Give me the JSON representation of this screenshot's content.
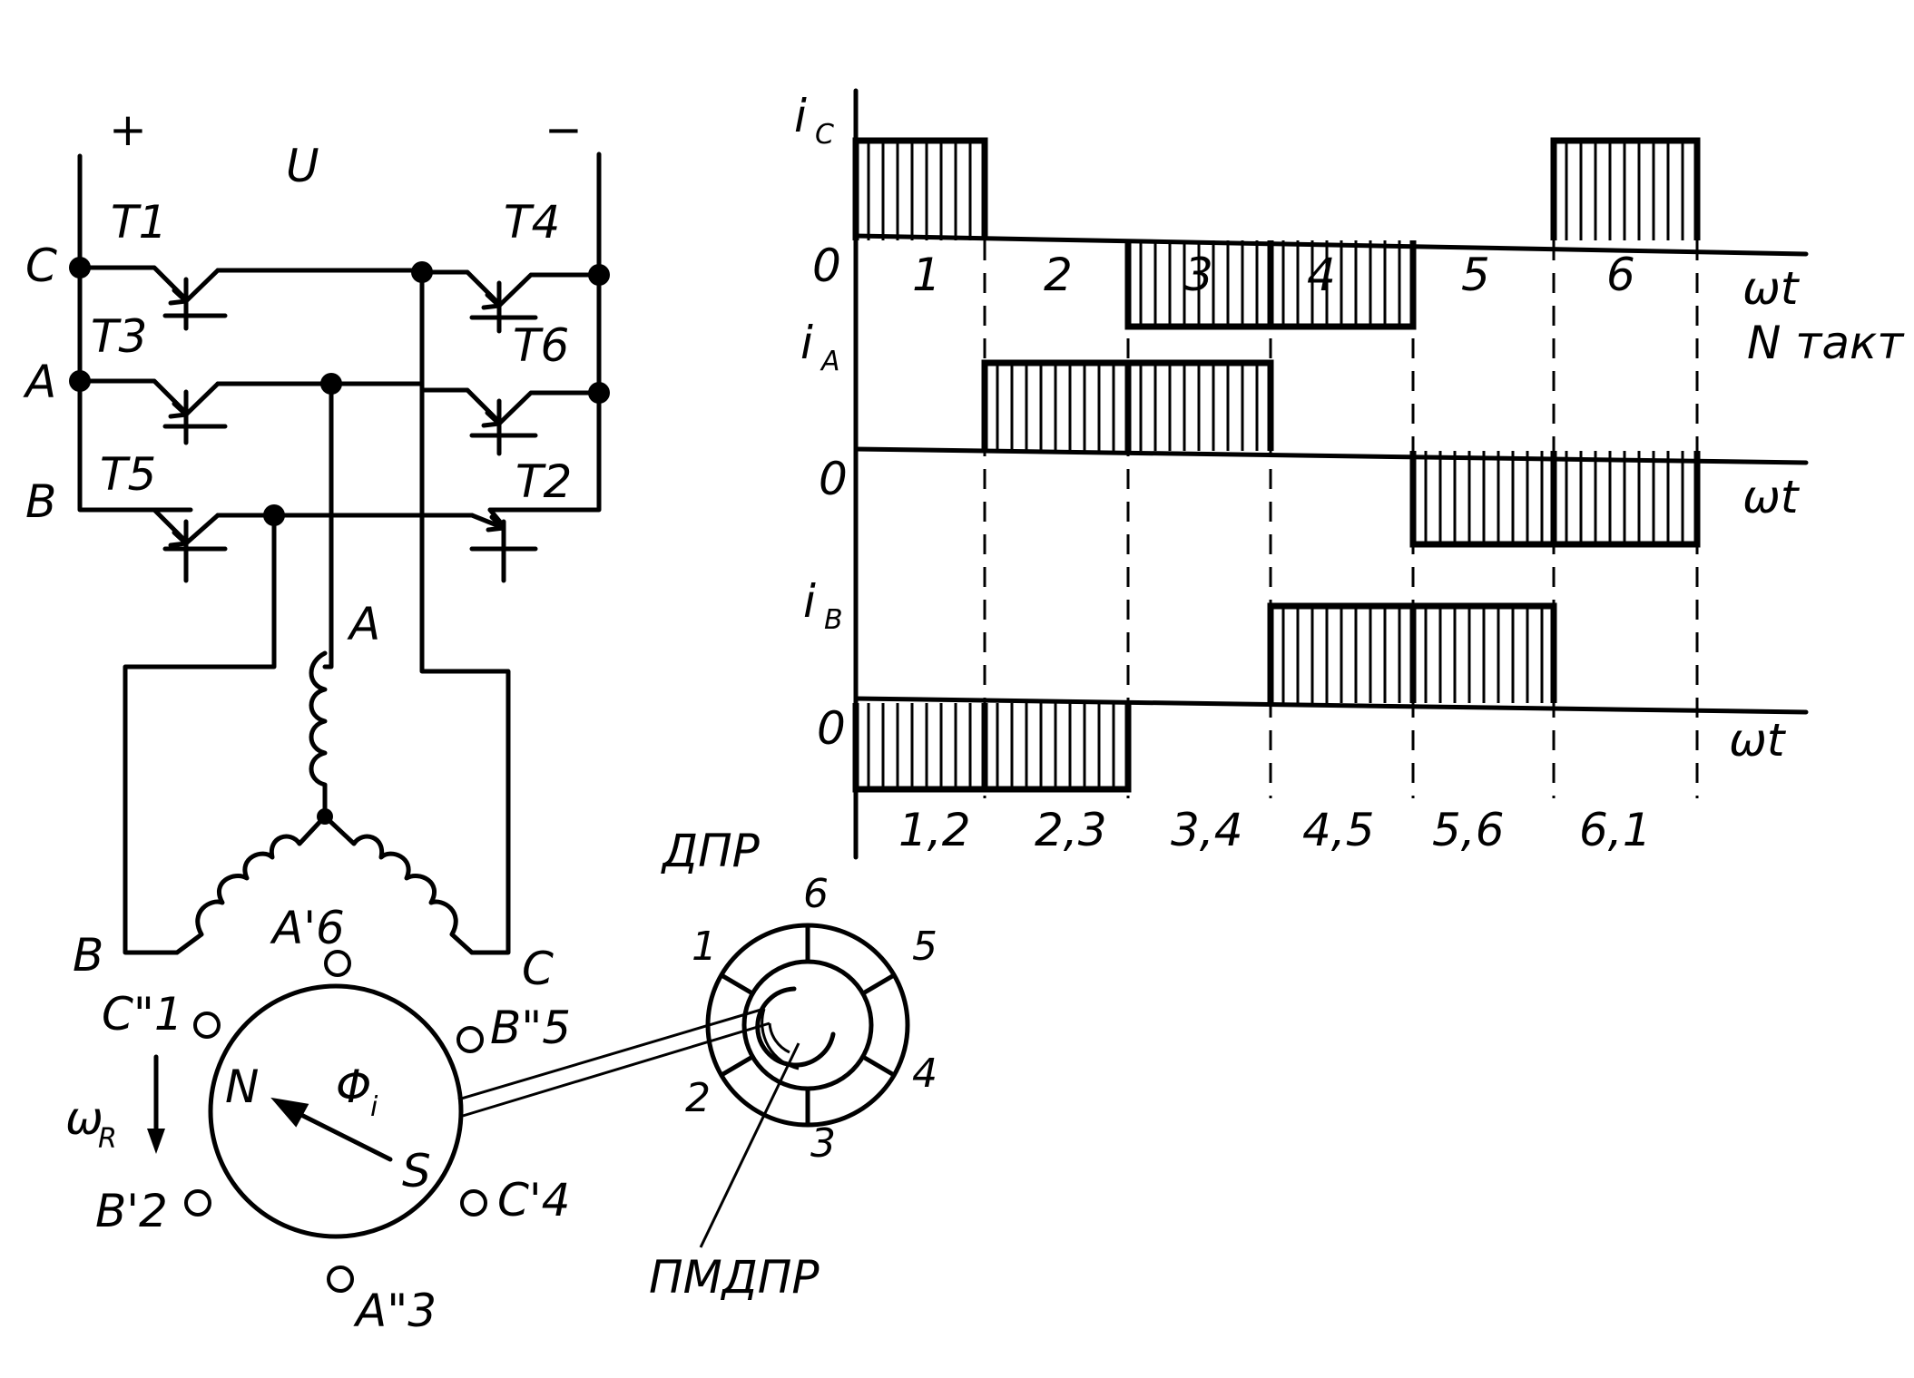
{
  "supply": {
    "plus": "+",
    "minus": "−",
    "voltage": "U"
  },
  "transistors": [
    "T1",
    "T4",
    "T3",
    "T6",
    "T5",
    "T2"
  ],
  "bus_labels": [
    "C",
    "A",
    "B"
  ],
  "windings": {
    "a": "A",
    "b": "B",
    "c": "C",
    "center": "A'6"
  },
  "stator_terminals": [
    "C\"1",
    "B\"5",
    "B'2",
    "C'4",
    "A\"3"
  ],
  "rotor": {
    "north": "N",
    "south": "S",
    "flux": "Φ",
    "flux_sub": "i",
    "speed": "ω",
    "speed_sub": "R"
  },
  "sensor": {
    "title": "ДПР",
    "magnet_label": "ПМДПР",
    "positions": [
      "1",
      "2",
      "3",
      "4",
      "5",
      "6"
    ]
  },
  "chart_data": {
    "type": "step",
    "x_label": "ωt",
    "step_axis_label": "N такт",
    "steps": [
      "1",
      "2",
      "3",
      "4",
      "5",
      "6"
    ],
    "pair_labels": [
      "1,2",
      "2,3",
      "3,4",
      "4,5",
      "5,6",
      "6,1"
    ],
    "zero_label": "0",
    "series": [
      {
        "name": "i",
        "sub": "C",
        "values": [
          1,
          0,
          -1,
          -1,
          0,
          1
        ]
      },
      {
        "name": "i",
        "sub": "A",
        "values": [
          0,
          1,
          1,
          0,
          -1,
          -1
        ]
      },
      {
        "name": "i",
        "sub": "B",
        "values": [
          -1,
          -1,
          0,
          1,
          1,
          0
        ]
      }
    ]
  }
}
